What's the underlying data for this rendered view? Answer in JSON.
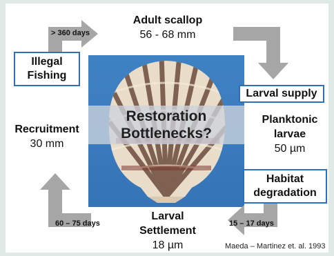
{
  "center": {
    "line1": "Restoration",
    "line2": "Bottlenecks?"
  },
  "stages": {
    "adult": {
      "title": "Adult scallop",
      "size": "56 - 68 mm"
    },
    "planktonic": {
      "line1": "Planktonic",
      "line2": "larvae",
      "size": "50 µm"
    },
    "settlement": {
      "line1": "Larval",
      "line2": "Settlement",
      "size": "18 µm"
    },
    "recruitment": {
      "title": "Recruitment",
      "size": "30 mm"
    }
  },
  "threats": {
    "illegal": {
      "line1": "Illegal",
      "line2": "Fishing"
    },
    "larval_supply": "Larval supply",
    "habitat": {
      "line1": "Habitat",
      "line2": "degradation"
    }
  },
  "durations": {
    "top": "> 360 days",
    "bottom_left": "60 – 75 days",
    "bottom_right": "15 – 17 days"
  },
  "credit": "Maeda – Martinez et. al. 1993",
  "colors": {
    "arrow": "#a6a6a6",
    "box_border": "#2f6fb7",
    "photo_bg": "#3a7bbd",
    "band": "#cdd4dc"
  }
}
